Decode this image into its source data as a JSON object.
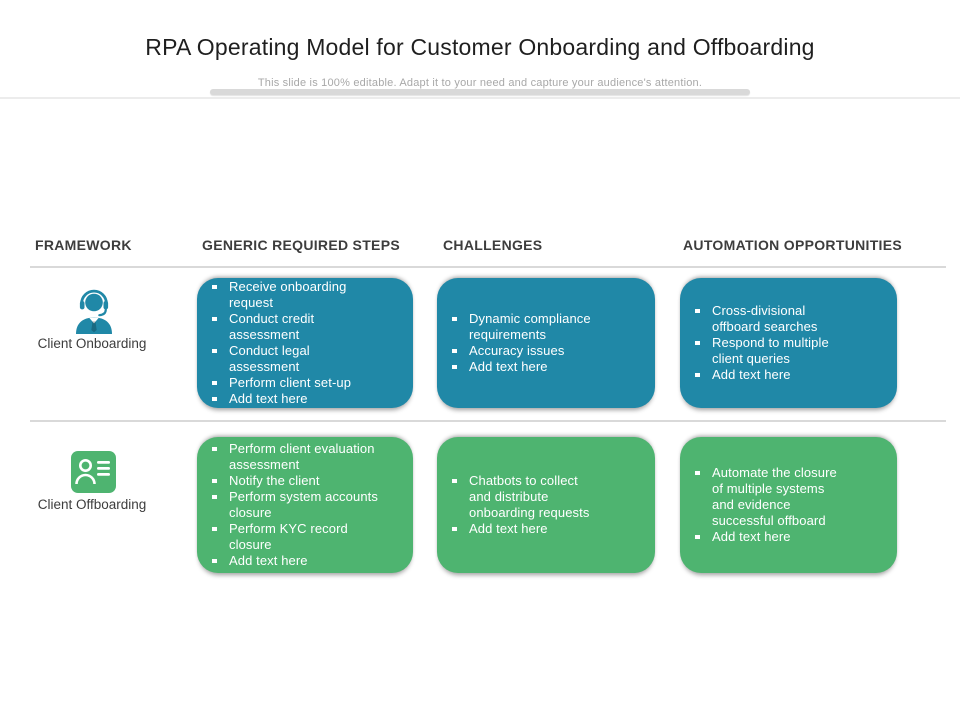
{
  "slide": {
    "title": "RPA Operating Model for Customer Onboarding and Offboarding",
    "subtitle": "This slide is 100% editable. Adapt it to your need and capture your audience's attention."
  },
  "colors": {
    "teal": "#2088A7",
    "green": "#4EB470"
  },
  "table": {
    "headers": [
      "FRAMEWORK",
      "GENERIC REQUIRED STEPS",
      "CHALLENGES",
      "AUTOMATION OPPORTUNITIES"
    ],
    "rows": [
      {
        "framework": {
          "label": "Client Onboarding",
          "icon": "support-agent-icon"
        },
        "steps": [
          "Receive onboarding request",
          "Conduct credit assessment",
          "Conduct legal assessment",
          "Perform client set-up",
          "Add text here"
        ],
        "challenges": [
          "Dynamic compliance requirements",
          "Accuracy issues",
          "Add text here"
        ],
        "opportunities": [
          "Cross-divisional offboard searches",
          "Respond to multiple client queries",
          "Add text here"
        ]
      },
      {
        "framework": {
          "label": "Client Offboarding",
          "icon": "contact-card-icon"
        },
        "steps": [
          "Perform client evaluation assessment",
          "Notify the client",
          "Perform system accounts closure",
          "Perform KYC record closure",
          "Add text here"
        ],
        "challenges": [
          "Chatbots to collect and distribute onboarding requests",
          "Add text here"
        ],
        "opportunities": [
          "Automate the closure of multiple systems and evidence successful offboard",
          "Add text here"
        ]
      }
    ]
  }
}
